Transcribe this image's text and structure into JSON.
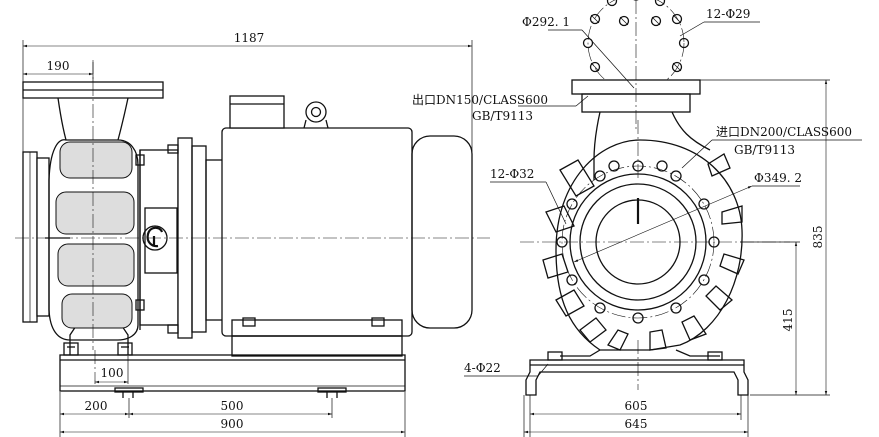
{
  "dimensions": {
    "overall_length": "1187",
    "outlet_offset": "190",
    "foot_offset": "100",
    "base_offset": "200",
    "bolt_spacing": "500",
    "base_length": "900",
    "outlet_bolt_circle": "Φ292. 1",
    "outlet_holes": "12-Φ29",
    "inlet_bolt_circle": "Φ349. 2",
    "inlet_holes": "12-Φ32",
    "anchor_holes": "4-Φ22",
    "foot_hole_spacing": "605",
    "base_width": "645",
    "shaft_height": "415",
    "total_height": "835"
  },
  "labels": {
    "outlet_line1": "出口DN150/CLASS600",
    "outlet_line2": "GB/T9113",
    "inlet_line1": "进口DN200/CLASS600",
    "inlet_line2": "GB/T9113"
  },
  "icons": {
    "nameplate": "pump-logo-icon"
  }
}
